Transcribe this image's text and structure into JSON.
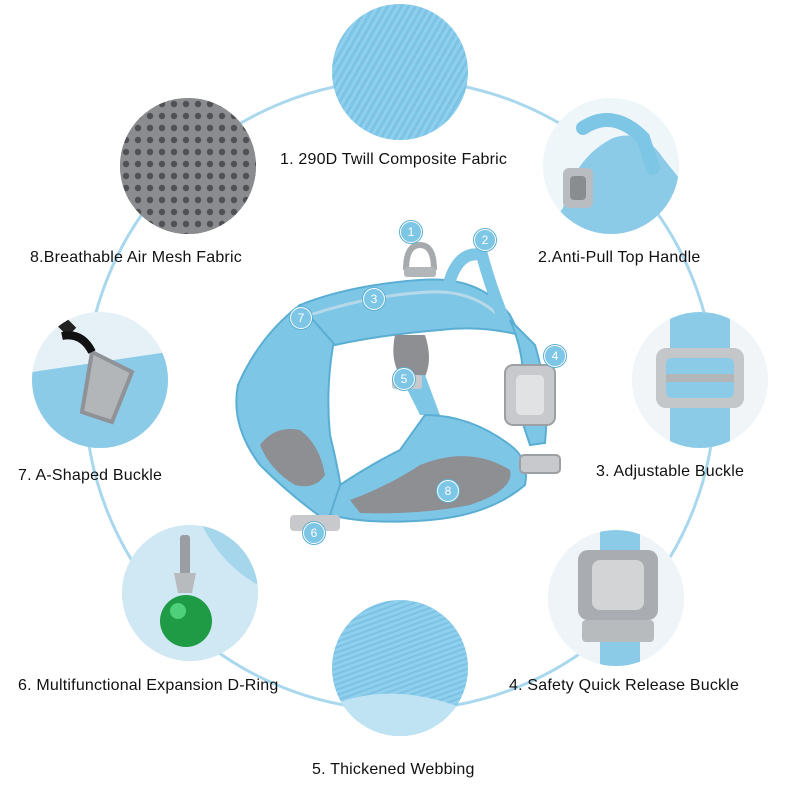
{
  "colors": {
    "ring": "#a9d8ee",
    "harness_blue": "#7ec6e6",
    "harness_blue_dark": "#5aaed3",
    "mesh_gray": "#8d8f93",
    "buckle_gray": "#c7c9cc",
    "marker": "#7ec6e6",
    "text": "#111111"
  },
  "features": [
    {
      "number": "1",
      "label": "1. 290D Twill Composite Fabric",
      "icon": "fabric-weave-icon"
    },
    {
      "number": "2",
      "label": "2.Anti-Pull Top Handle",
      "icon": "handle-icon"
    },
    {
      "number": "3",
      "label": "3. Adjustable Buckle",
      "icon": "slide-buckle-icon"
    },
    {
      "number": "4",
      "label": "4. Safety Quick Release Buckle",
      "icon": "release-buckle-icon"
    },
    {
      "number": "5",
      "label": "5. Thickened Webbing",
      "icon": "webbing-icon"
    },
    {
      "number": "6",
      "label": "6. Multifunctional Expansion D-Ring",
      "icon": "d-ring-icon"
    },
    {
      "number": "7",
      "label": "7. A-Shaped Buckle",
      "icon": "a-buckle-icon"
    },
    {
      "number": "8",
      "label": "8.Breathable Air Mesh Fabric",
      "icon": "air-mesh-icon"
    }
  ],
  "harness_markers": [
    "1",
    "2",
    "3",
    "4",
    "5",
    "6",
    "7",
    "8"
  ]
}
